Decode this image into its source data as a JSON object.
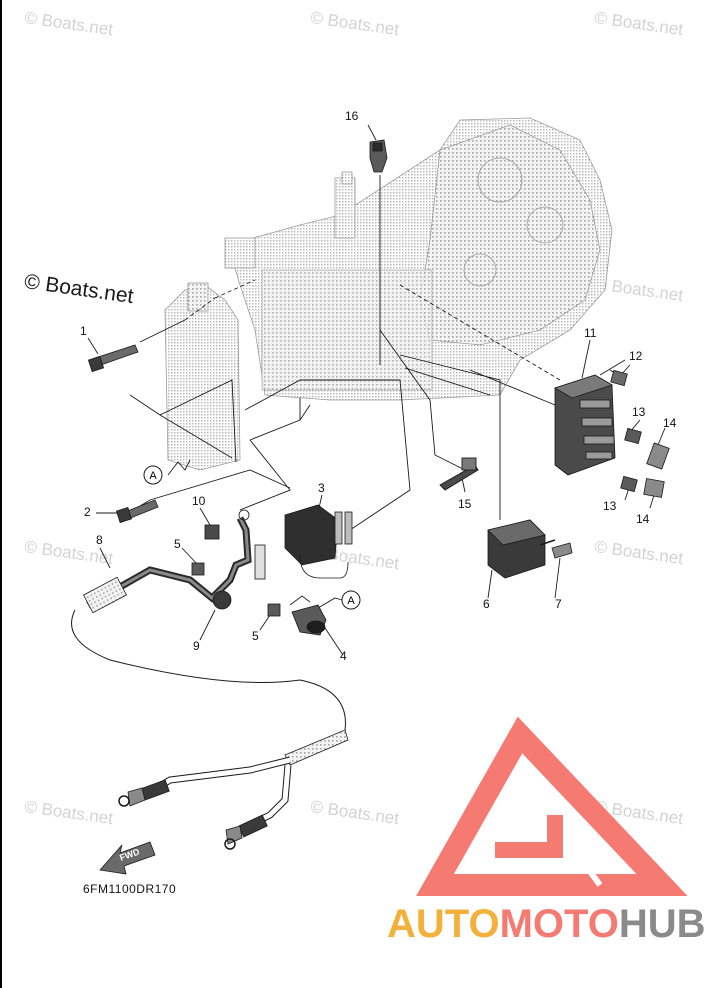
{
  "watermark": {
    "small_text": "© Boats.net",
    "main_text": "© Boats.net"
  },
  "callouts": {
    "c1": "1",
    "c2": "2",
    "c3": "3",
    "c4": "4",
    "c5a": "5",
    "c5b": "5",
    "c6": "6",
    "c7": "7",
    "c8": "8",
    "c9": "9",
    "c10": "10",
    "c11": "11",
    "c12": "12",
    "c13a": "13",
    "c13b": "13",
    "c14a": "14",
    "c14b": "14",
    "c15": "15",
    "c16": "16",
    "markerA1": "A",
    "markerA2": "A"
  },
  "fwd_label": "FWD",
  "reference_code": "6FM1100DR170",
  "brand": {
    "part1": "AUTO",
    "part2": "MOTO",
    "part3": "HUB"
  },
  "colors": {
    "line": "#1a1a1a",
    "ghost_engine": "#c8c8c8",
    "part_dark": "#3a3a3a",
    "logo_red": "#f47a72",
    "logo_yellow": "#f3b13c",
    "logo_gray": "#8a8a8a"
  }
}
